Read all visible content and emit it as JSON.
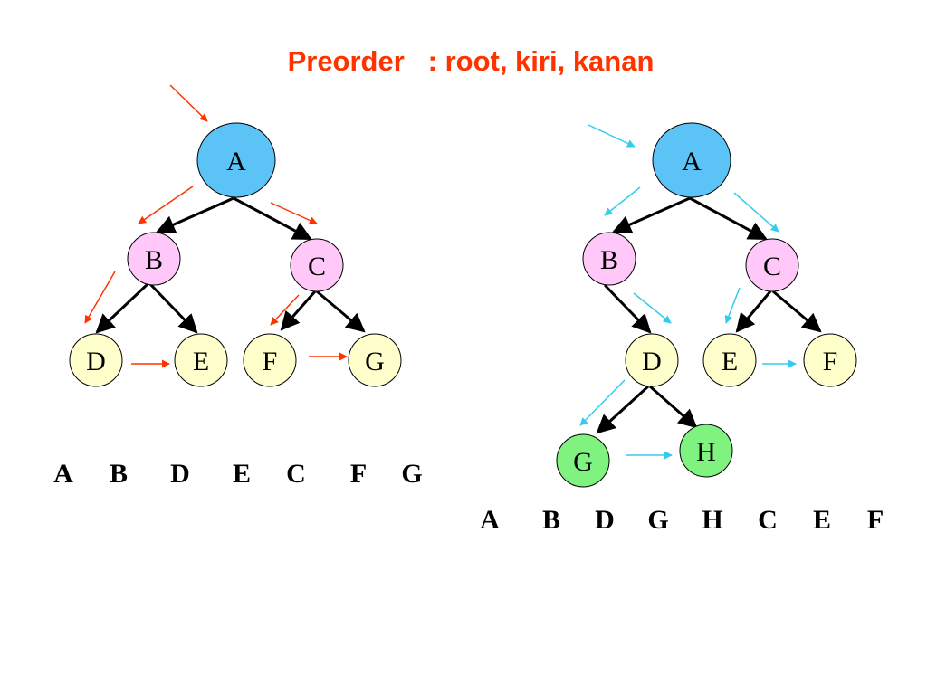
{
  "title": "Preorder   : root, kiri, kanan",
  "colors": {
    "title": "#ff3300",
    "arrow_left_tree": "#ff3300",
    "arrow_right_tree": "#33ccee",
    "edge": "#000000",
    "node_root": "#5cc3f7",
    "node_level1": "#ffc8f8",
    "node_leaf": "#ffffcc",
    "node_green": "#7ff27f"
  },
  "left_tree": {
    "nodes": {
      "A": "A",
      "B": "B",
      "C": "C",
      "D": "D",
      "E": "E",
      "F": "F",
      "G": "G"
    },
    "sequence": [
      "A",
      "B",
      "D",
      "E",
      "C",
      "F",
      "G"
    ]
  },
  "right_tree": {
    "nodes": {
      "A": "A",
      "B": "B",
      "C": "C",
      "D": "D",
      "E": "E",
      "F": "F",
      "G": "G",
      "H": "H"
    },
    "sequence": [
      "A",
      "B",
      "D",
      "G",
      "H",
      "C",
      "E",
      "F"
    ]
  }
}
